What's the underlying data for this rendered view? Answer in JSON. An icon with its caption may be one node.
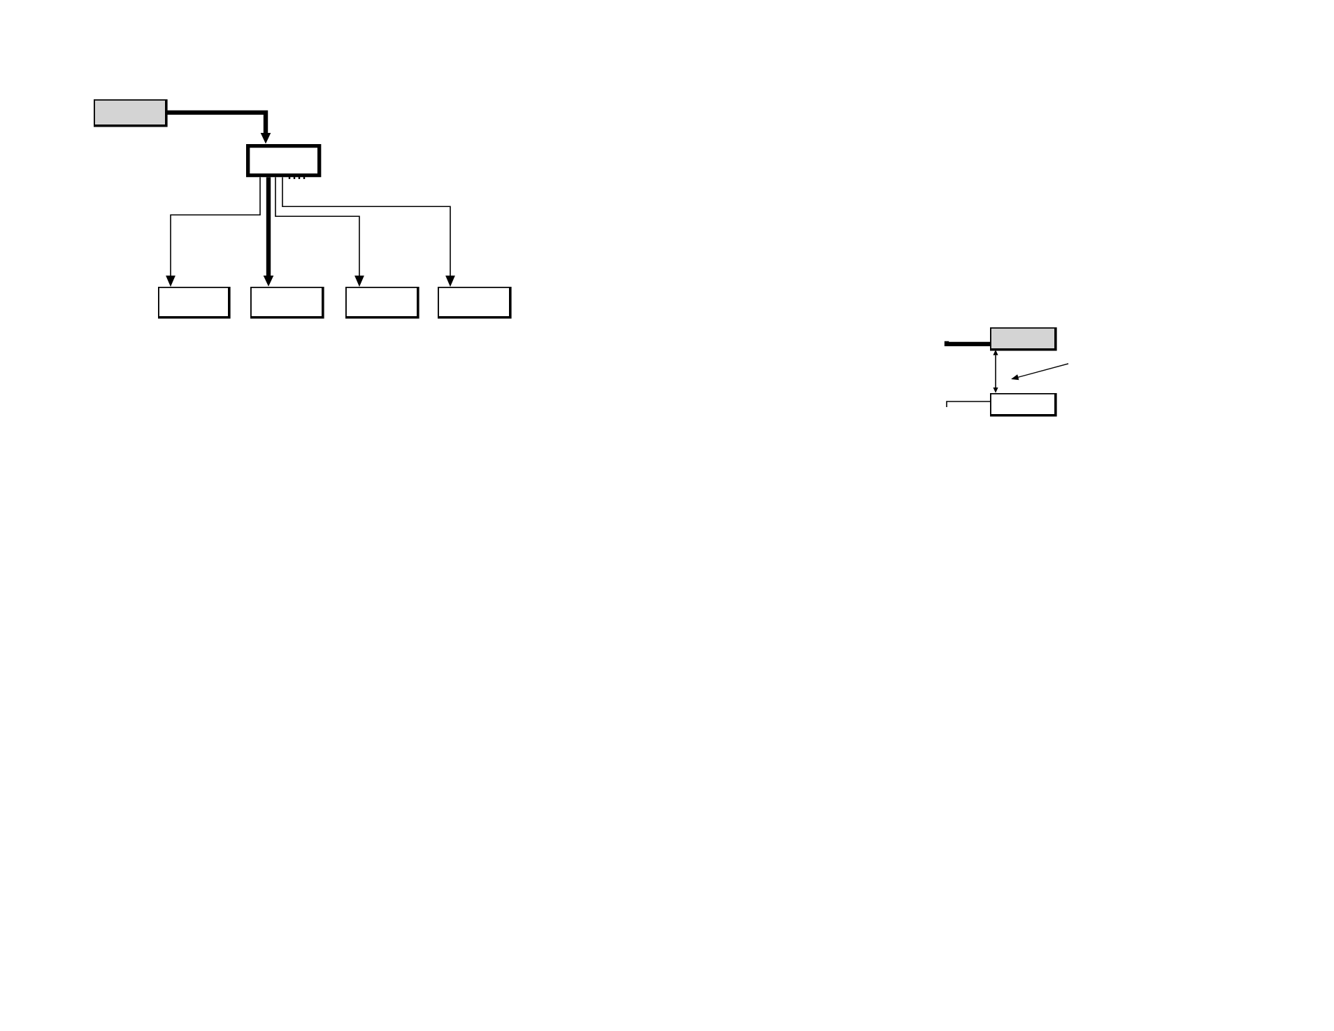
{
  "diagram": {
    "nodes": [
      {
        "text": [],
        "shape": "box"
      },
      {
        "text": [],
        "shape": "box"
      },
      {
        "text": [],
        "shape": "box"
      },
      {
        "text": [],
        "shape": "box"
      },
      {
        "text": [],
        "shape": "box"
      },
      {
        "text": [],
        "shape": "box"
      },
      {
        "text": [],
        "shape": "box"
      },
      {
        "text": [],
        "shape": "box"
      }
    ],
    "edges": [
      {
        "from": 0,
        "to": 1,
        "arrow": "to",
        "style": "thick"
      },
      {
        "from": 1,
        "to": 2,
        "arrow": "to"
      },
      {
        "from": 1,
        "to": 3,
        "arrow": "to",
        "style": "thick"
      },
      {
        "from": 1,
        "to": 4,
        "arrow": "to"
      },
      {
        "from": 1,
        "to": 5,
        "arrow": "to"
      },
      {
        "from": 6,
        "to": 7,
        "arrow": "both"
      },
      {
        "from": null,
        "to": 6,
        "arrow": "none",
        "style": "thick"
      },
      {
        "from": null,
        "to": 7,
        "arrow": "none"
      }
    ]
  }
}
